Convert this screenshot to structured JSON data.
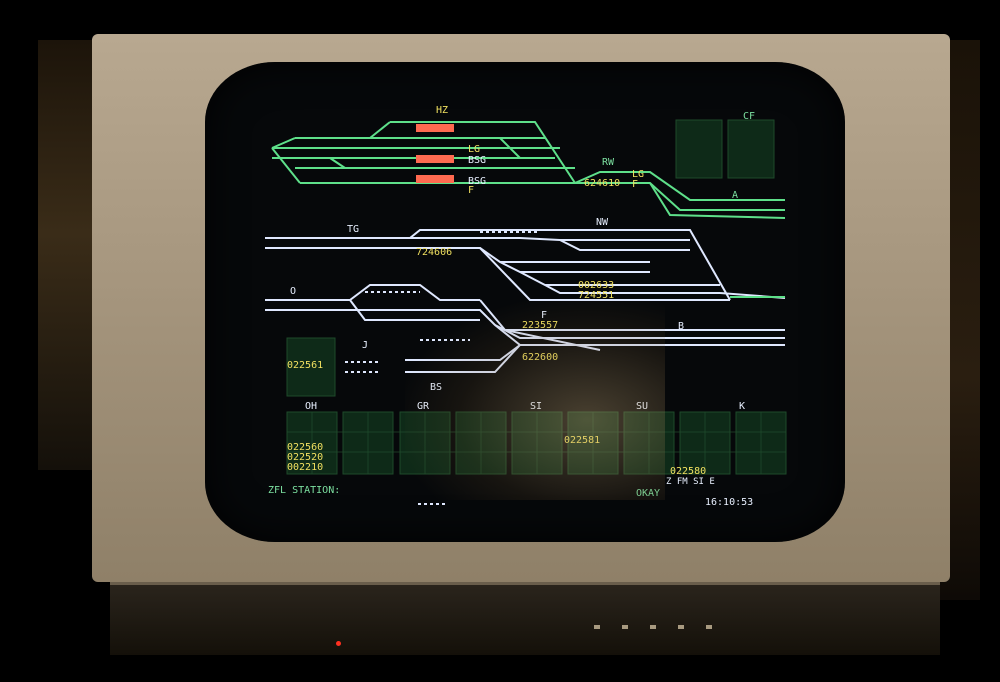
{
  "colors": {
    "track_white": "#dfe8ff",
    "track_green": "#5ee08a",
    "text_yellow": "#f0e060",
    "text_green": "#7ce0a0",
    "signal_red": "#ff6a50"
  },
  "stations": {
    "hz": "HZ",
    "cf": "CF",
    "rw": "RW",
    "a": "A",
    "tg": "TG",
    "nw": "NW",
    "o": "O",
    "f": "F",
    "b": "B",
    "j": "J",
    "bs": "BS"
  },
  "signals": {
    "lg1": "LG",
    "bsg1": "BSG",
    "bsg2": "BSG",
    "f1": "F",
    "lg2": "LG",
    "f2": "F"
  },
  "trains": {
    "t624610": "624610",
    "t724606": "724606",
    "t002633": "002633",
    "t724551": "724551",
    "t223557": "223557",
    "t622600": "622600",
    "t022561": "022561"
  },
  "bottom_panels": {
    "labels": [
      "OH",
      "GR",
      "SI",
      "SU",
      "K"
    ],
    "oh_queue": [
      "022560",
      "022520",
      "002210"
    ],
    "si_value": "022581",
    "k_value": "022580",
    "k_status": "Z FM SI E"
  },
  "status_bar": {
    "prompt": "ZFL STATION:",
    "status": "OKAY",
    "time": "16:10:53"
  }
}
